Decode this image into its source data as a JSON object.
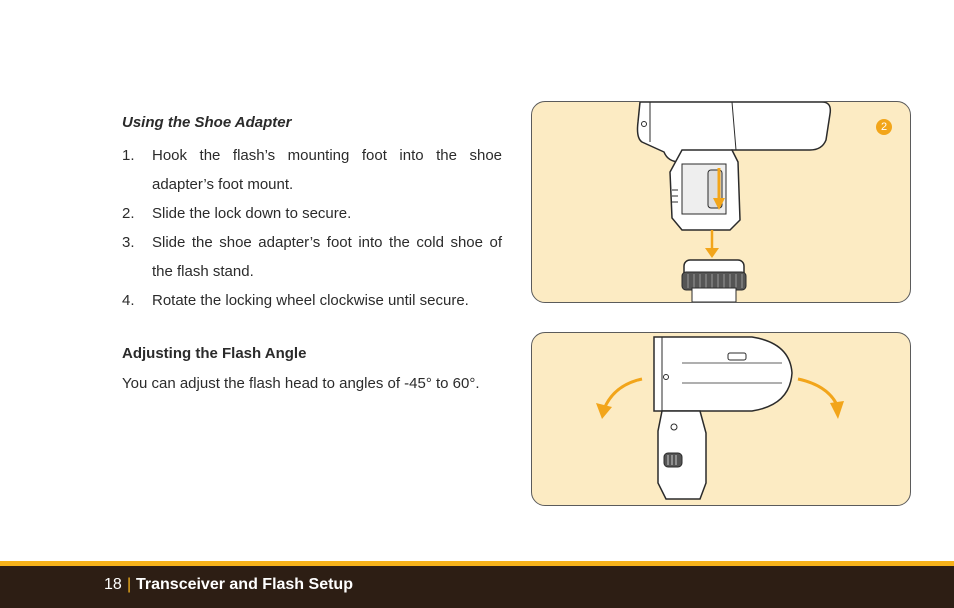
{
  "section1": {
    "heading": "Using the Shoe Adapter",
    "steps": [
      {
        "num": "1.",
        "text": "Hook the flash’s mounting foot into the shoe adapter’s foot mount."
      },
      {
        "num": "2.",
        "text": "Slide the lock down to secure."
      },
      {
        "num": "3.",
        "text": "Slide the shoe adapter’s foot into the cold shoe of the flash stand."
      },
      {
        "num": "4.",
        "text": "Rotate the locking wheel clockwise until secure."
      }
    ]
  },
  "section2": {
    "heading": "Adjusting the Flash Angle",
    "body": "You can adjust the flash head to angles of -45° to 60°."
  },
  "figure1": {
    "badge": "2"
  },
  "footer": {
    "page_number": "18",
    "separator": "|",
    "section_title": "Transceiver and Flash Setup"
  },
  "colors": {
    "accent": "#f6b21b",
    "figure_bg": "#fcebc3",
    "footer_bg": "#2d1e14"
  }
}
